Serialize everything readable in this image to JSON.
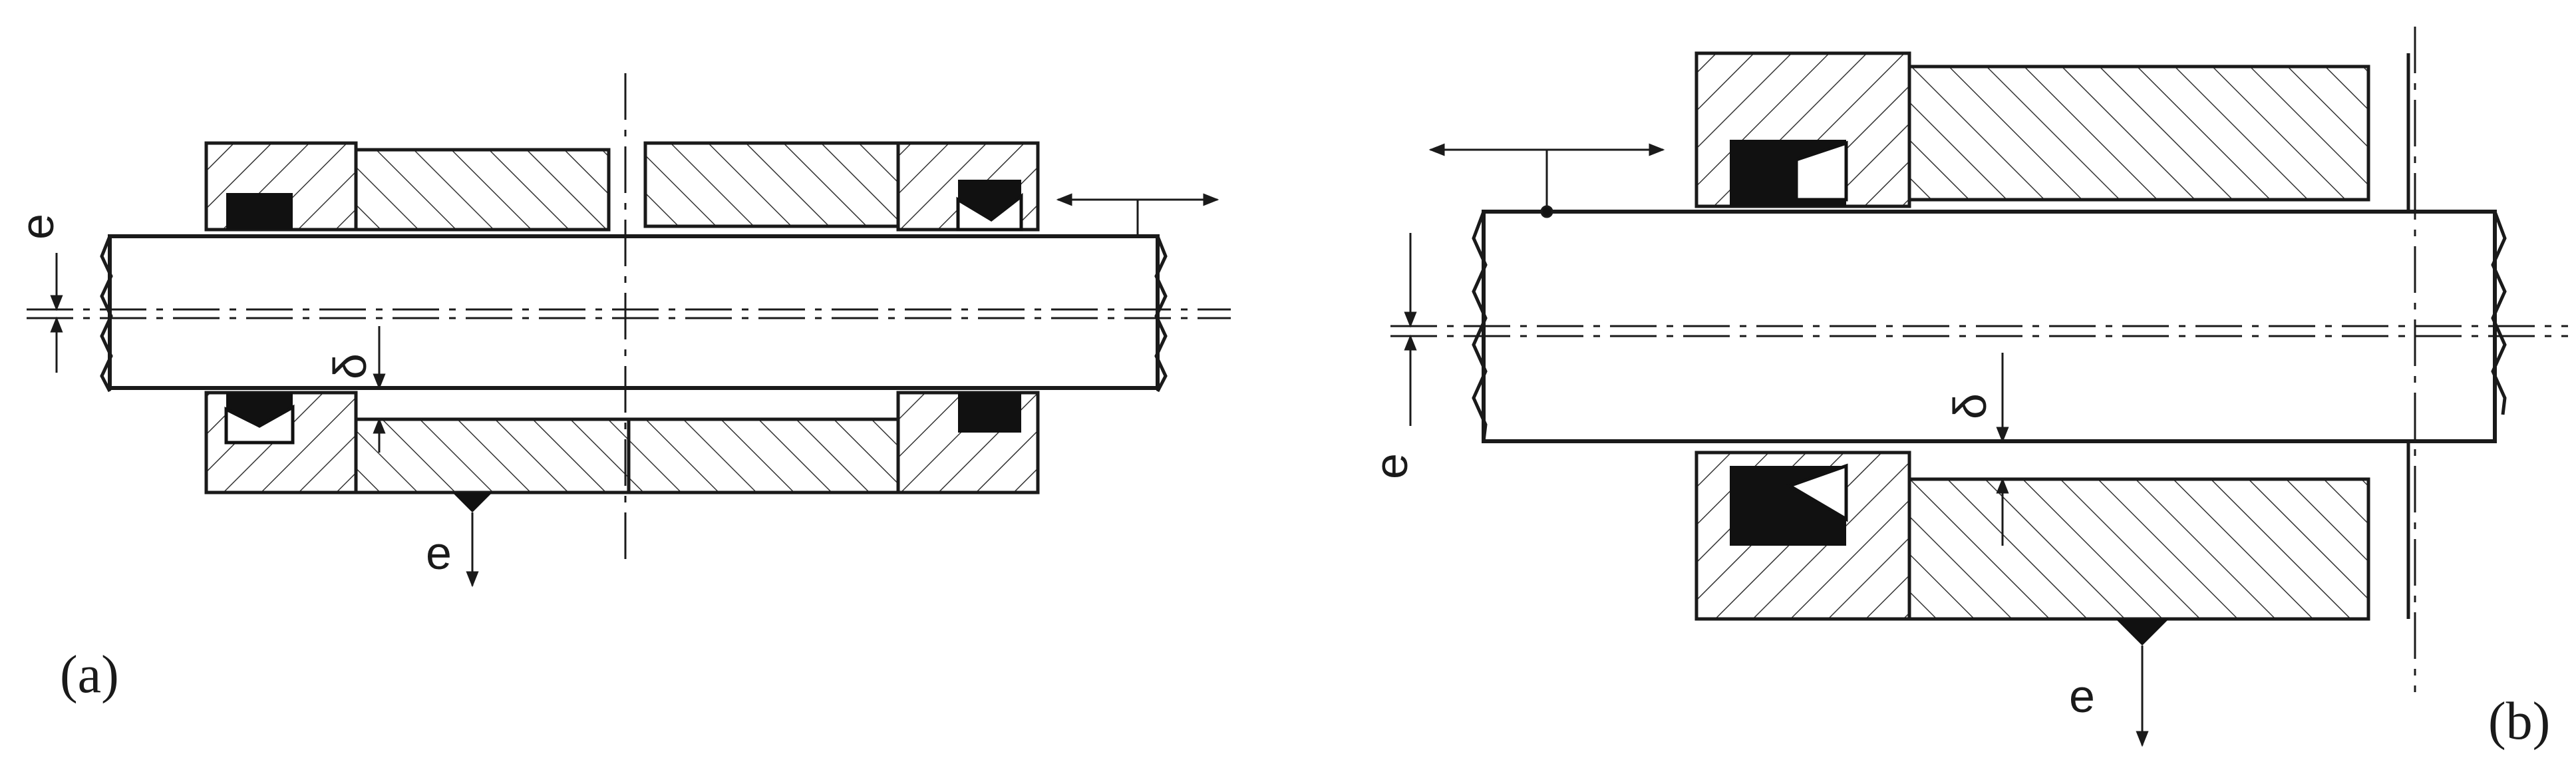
{
  "panels": [
    {
      "id": "a",
      "label": "(a)",
      "labels": {
        "eccentricity_left": "e",
        "clearance": "δ",
        "eccentricity_bottom": "e"
      }
    },
    {
      "id": "b",
      "label": "(b)",
      "labels": {
        "eccentricity_left": "e",
        "clearance": "δ",
        "eccentricity_bottom": "e"
      }
    }
  ],
  "colors": {
    "line": "#1a1a1a",
    "seal": "#111111",
    "background": "#ffffff"
  }
}
